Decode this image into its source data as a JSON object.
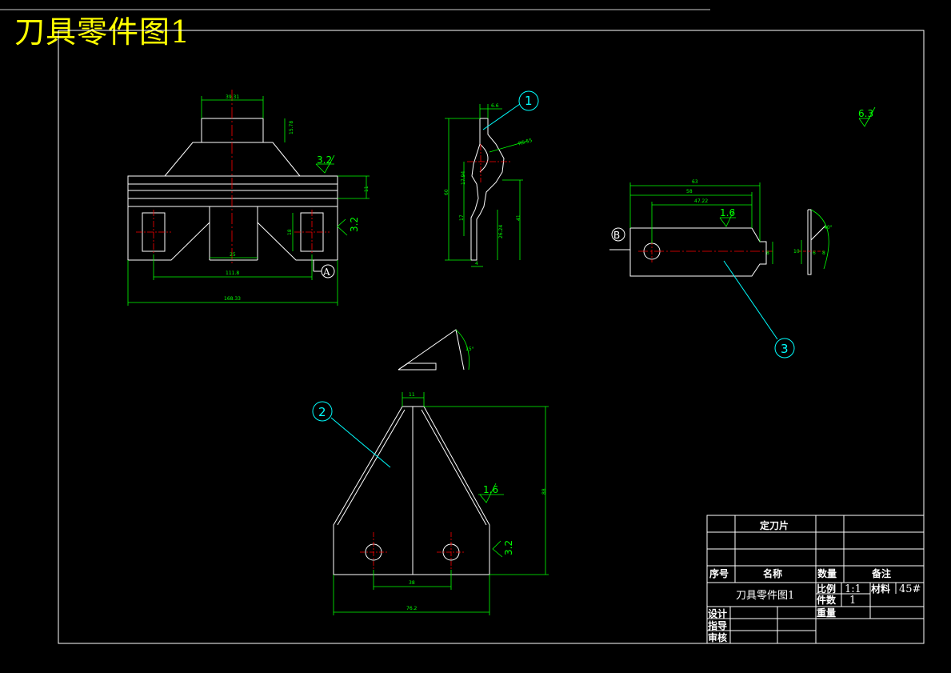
{
  "drawing": {
    "title": "刀具零件图1"
  },
  "dimensions": {
    "top_width": "39.31",
    "top_height": "15.78",
    "right_height": "11",
    "slot_height": "18",
    "center_width": "25",
    "hole_span": "111.8",
    "overall_width": "168.33",
    "side_thickness": "6.6",
    "side_radius": "R5.55",
    "side_total": "60",
    "side_seg1": "17.94",
    "side_seg2": "17",
    "side_lower": "26.24",
    "side_right": "41",
    "side_bottom": "4",
    "bar_total": "63",
    "bar_mid": "58",
    "bar_inner": "47.22",
    "bar_right": "8",
    "end_dim1": "10",
    "end_dim2": "6",
    "end_dim3": "8",
    "end_angle": "40°",
    "wedge_angle": "15°",
    "blade_top": "11",
    "blade_height": "88",
    "blade_hole_span": "38",
    "blade_width": "76.2"
  },
  "roughness": {
    "r1": "3.2",
    "r2": "3.2",
    "r3": "6.3",
    "r4": "1.6",
    "r5": "1.6",
    "r6": "3.2"
  },
  "balloons": {
    "b1": "1",
    "b2": "2",
    "b3": "3",
    "datum_a": "A",
    "datum_b": "B"
  },
  "title_block": {
    "part_name": "定刀片",
    "col_seq": "序号",
    "col_name": "名称",
    "col_qty": "数量",
    "col_note": "备注",
    "drawing_name": "刀具零件图1",
    "scale_label": "比例",
    "scale_value": "1:1",
    "material_label": "材料",
    "material_value": "45#",
    "count_label": "件数",
    "count_value": "1",
    "weight_label": "重量",
    "designer_label": "设计",
    "guide_label": "指导",
    "review_label": "审核"
  }
}
